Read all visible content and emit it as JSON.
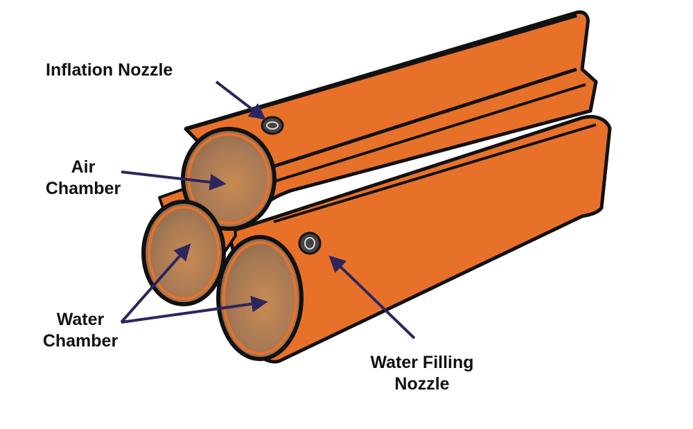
{
  "labels": {
    "inflation_nozzle": "Inflation Nozzle",
    "air_chamber": {
      "line1": "Air",
      "line2": "Chamber"
    },
    "water_chamber": {
      "line1": "Water",
      "line2": "Chamber"
    },
    "water_filling_nozzle": {
      "line1": "Water Filling",
      "line2": "Nozzle"
    }
  },
  "colors": {
    "tube_body": "#e8712a",
    "tube_end": "#b07a4e",
    "outline": "#111111",
    "arrow": "#2b2560",
    "background": "#ffffff"
  }
}
